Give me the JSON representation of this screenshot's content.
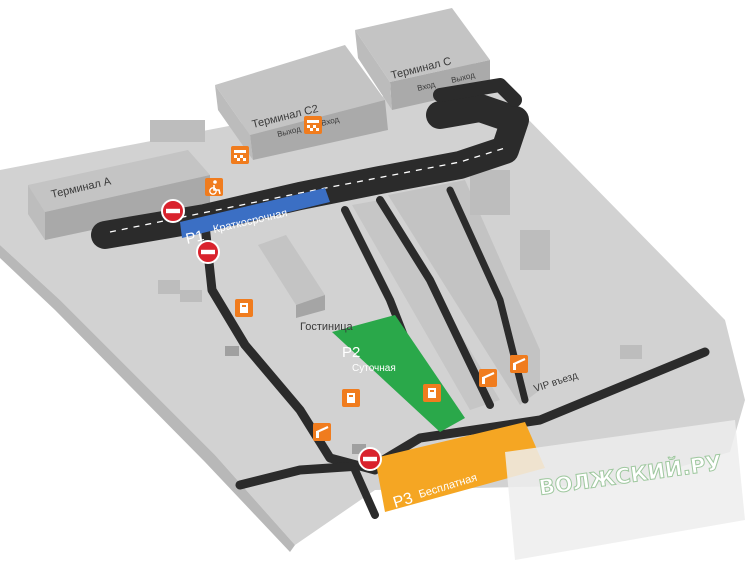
{
  "buildings": {
    "terminal_a": "Терминал А",
    "terminal_c2": "Терминал С2",
    "terminal_c": "Терминал С",
    "hotel": "Гостиница"
  },
  "doors": {
    "c2_exit": "Выход",
    "c2_entry": "Вход",
    "c_entry": "Вход",
    "c_exit": "Выход"
  },
  "parking": {
    "p1": {
      "code": "P1",
      "name": "Краткосрочная",
      "color": "#3b6fc4"
    },
    "p2": {
      "code": "P2",
      "name": "Суточная",
      "color": "#2aa84a"
    },
    "p3": {
      "code": "P3",
      "name": "Бесплатная",
      "color": "#f5a623"
    }
  },
  "roads": {
    "vip_entry": "VIP въезд"
  },
  "watermark": "ВОЛЖСКИЙ.РУ",
  "icons": [
    "taxi-icon",
    "taxi-icon",
    "wheelchair-icon",
    "no-entry-icon",
    "no-entry-icon",
    "no-entry-icon",
    "ticket-icon",
    "ticket-icon",
    "ticket-icon",
    "barrier-icon",
    "barrier-icon",
    "barrier-icon"
  ],
  "colors": {
    "ground": "#d2d2d2",
    "road": "#2b2b2b",
    "building": "#b5b5b5",
    "marker": "#f07c1e",
    "no_entry": "#d9232d"
  }
}
